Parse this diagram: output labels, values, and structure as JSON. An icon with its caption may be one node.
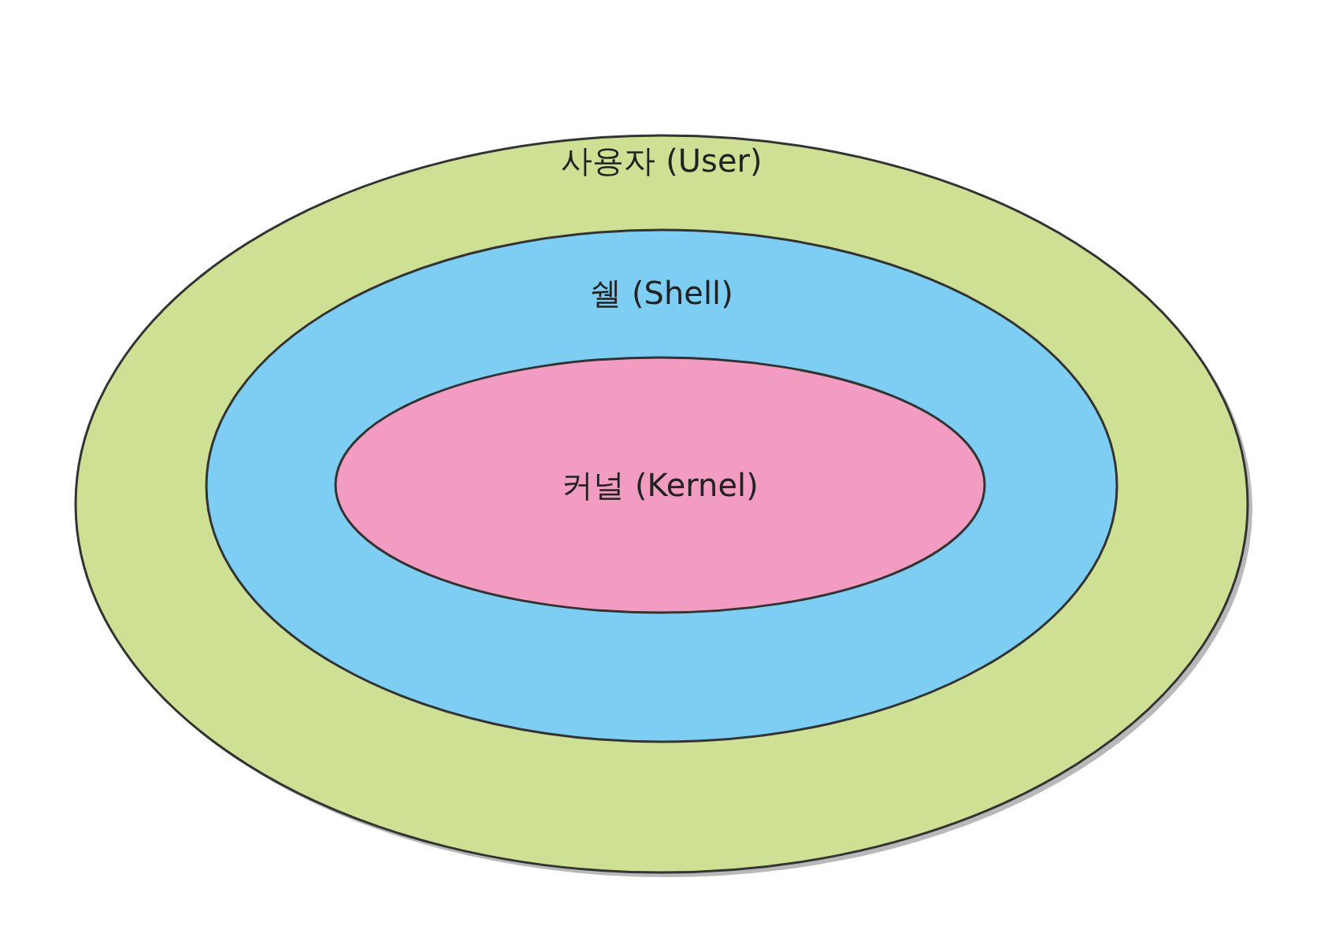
{
  "diagram": {
    "nodes": [
      {
        "text": [
          "사용자 (User)"
        ]
      },
      {
        "text": [
          "쉘 (Shell)"
        ],
        "in": 0
      },
      {
        "text": [
          "커널 (Kernel)"
        ],
        "in": 1
      }
    ]
  }
}
